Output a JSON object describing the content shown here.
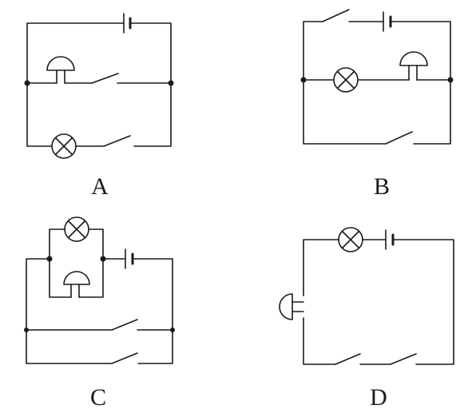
{
  "figure": {
    "panels": [
      {
        "id": "A",
        "label": "A"
      },
      {
        "id": "B",
        "label": "B"
      },
      {
        "id": "C",
        "label": "C"
      },
      {
        "id": "D",
        "label": "D"
      }
    ],
    "components": [
      "battery",
      "lamp",
      "bell",
      "switch",
      "junction"
    ]
  }
}
